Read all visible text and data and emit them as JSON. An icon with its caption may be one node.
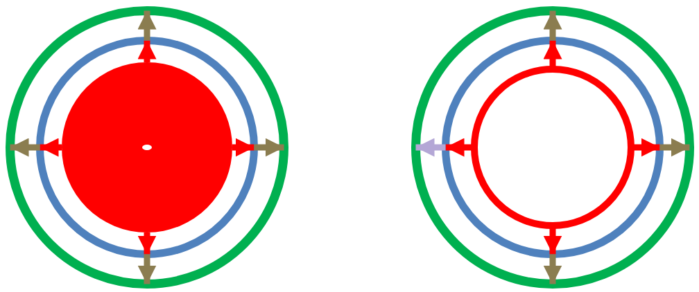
{
  "diagram": {
    "nodes": [
      {
        "text": [],
        "shape": "circle"
      },
      {
        "text": [],
        "shape": "circle",
        "in": 0
      },
      {
        "text": [],
        "shape": "circle",
        "in": 1
      },
      {
        "text": [],
        "shape": "circle",
        "in": 2
      },
      {
        "text": [],
        "shape": "circle"
      },
      {
        "text": [],
        "shape": "circle",
        "in": 4
      },
      {
        "text": [],
        "shape": "circle",
        "in": 5
      }
    ],
    "edges": [
      {
        "from": 2,
        "to": 1,
        "arrow": "to"
      },
      {
        "from": 2,
        "to": 1,
        "arrow": "to"
      },
      {
        "from": 2,
        "to": 1,
        "arrow": "to"
      },
      {
        "from": 2,
        "to": 1,
        "arrow": "to"
      },
      {
        "from": 1,
        "to": 0,
        "arrow": "to",
        "color": "#8b7d50"
      },
      {
        "from": 1,
        "to": 0,
        "arrow": "to",
        "color": "#8b7d50"
      },
      {
        "from": 1,
        "to": 0,
        "arrow": "to",
        "color": "#8b7d50"
      },
      {
        "from": 1,
        "to": 0,
        "arrow": "to",
        "color": "#8b7d50"
      },
      {
        "from": 6,
        "to": 5,
        "arrow": "to"
      },
      {
        "from": 6,
        "to": 5,
        "arrow": "to"
      },
      {
        "from": 6,
        "to": 5,
        "arrow": "to"
      },
      {
        "from": 6,
        "to": 5,
        "arrow": "to"
      },
      {
        "from": 5,
        "to": 4,
        "arrow": "to",
        "color": "#8b7d50"
      },
      {
        "from": 5,
        "to": 4,
        "arrow": "to",
        "color": "#b4a7d6"
      },
      {
        "from": 5,
        "to": 4,
        "arrow": "to",
        "color": "#8b7d50"
      },
      {
        "from": 5,
        "to": 4,
        "arrow": "to",
        "color": "#8b7d50"
      }
    ]
  }
}
